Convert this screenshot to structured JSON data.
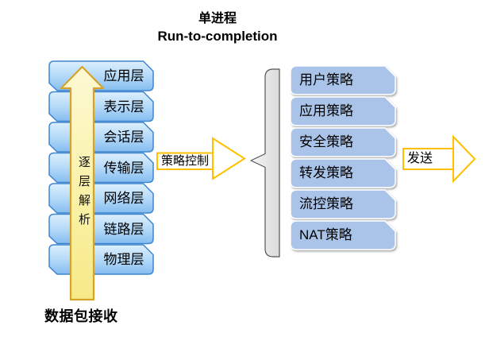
{
  "title": {
    "line1": "单进程",
    "line2": "Run-to-completion"
  },
  "osi_stack": {
    "layers": [
      "应用层",
      "表示层",
      "会话层",
      "传输层",
      "网络层",
      "链路层",
      "物理层"
    ],
    "arrow_label": "逐层解析",
    "caption": "数据包接收"
  },
  "policy_arrow_label": "策略控制",
  "policy_stack": [
    "用户策略",
    "应用策略",
    "安全策略",
    "转发策略",
    "流控策略",
    "NAT策略"
  ],
  "send_arrow_label": "发送",
  "colors": {
    "layer_box_fill_top": "#dceffd",
    "layer_box_fill_bottom": "#85bcf0",
    "layer_box_border": "#3f86cf",
    "up_arrow_fill": "#faf2a8",
    "up_arrow_border": "#d7a32b",
    "outline_arrow_border": "#ffc000",
    "policy_box_fill": "#aac4e9",
    "brace_fill": "#e9e9e9",
    "brace_border": "#555555"
  }
}
